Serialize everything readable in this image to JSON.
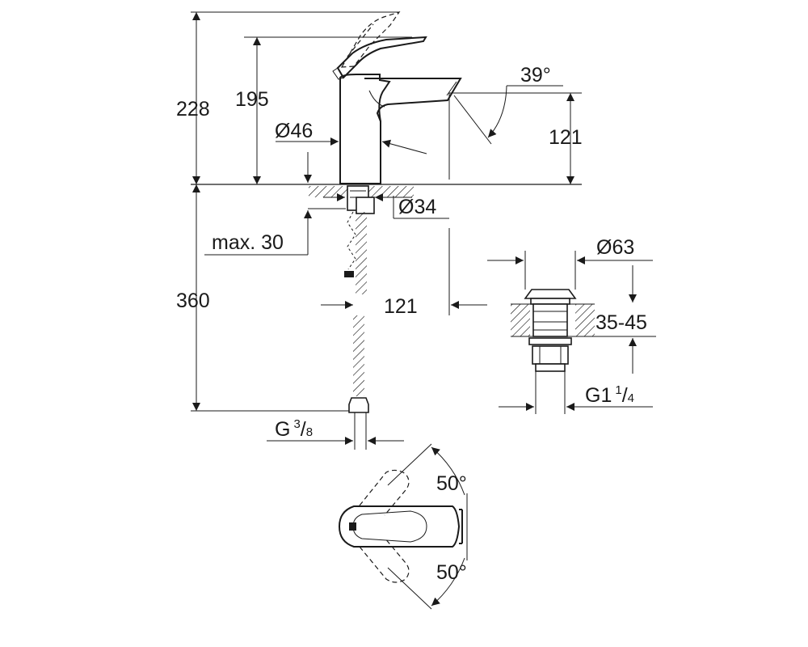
{
  "dimensions": {
    "total_height": "228",
    "spout_height": "195",
    "angle_spout": "39°",
    "spout_clearance_height": "121",
    "body_diameter": "Ø46",
    "hole_diameter": "Ø34",
    "max_deck_thickness": "max. 30",
    "hose_length": "360",
    "spout_projection": "121",
    "waste_diameter": "Ø63",
    "waste_deck_thickness": "35-45",
    "waste_thread_prefix": "G1",
    "waste_thread_num": "1",
    "waste_thread_den": "4",
    "hose_thread_prefix": "G",
    "hose_thread_num": "3",
    "hose_thread_den": "8",
    "handle_angle_left": "50°",
    "handle_angle_right": "50°"
  },
  "colors": {
    "line": "#1a1a1a",
    "background": "#ffffff"
  }
}
